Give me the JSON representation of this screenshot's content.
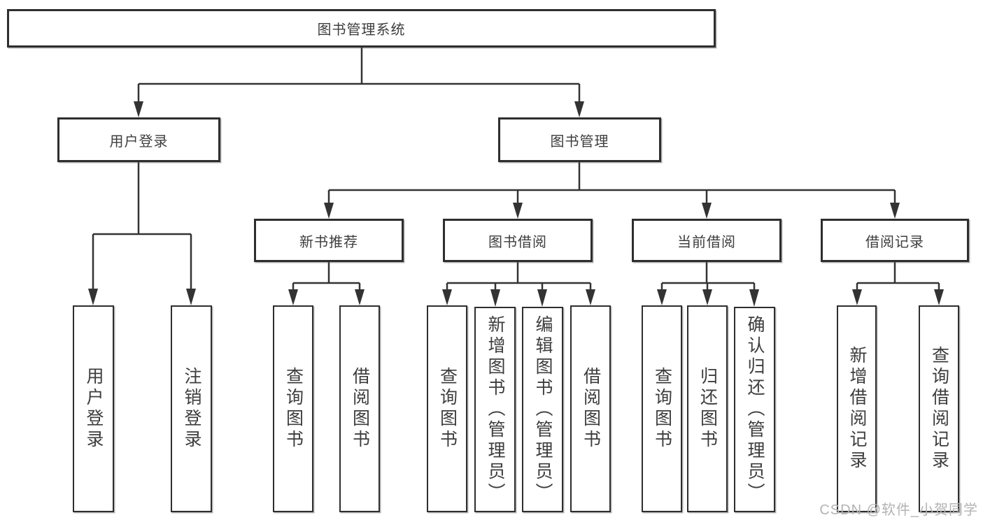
{
  "watermark": "CSDN @软件_小贺同学",
  "tree": {
    "label": "图书管理系统",
    "children": [
      {
        "label": "用户登录",
        "children": [
          {
            "label": "用户登录"
          },
          {
            "label": "注销登录"
          }
        ]
      },
      {
        "label": "图书管理",
        "children": [
          {
            "label": "新书推荐",
            "children": [
              {
                "label": "查询图书"
              },
              {
                "label": "借阅图书"
              }
            ]
          },
          {
            "label": "图书借阅",
            "children": [
              {
                "label": "查询图书"
              },
              {
                "label": "新增图书（管理员）"
              },
              {
                "label": "编辑图书（管理员）"
              },
              {
                "label": "借阅图书"
              }
            ]
          },
          {
            "label": "当前借阅",
            "children": [
              {
                "label": "查询图书"
              },
              {
                "label": "归还图书"
              },
              {
                "label": "确认归还（管理员）"
              }
            ]
          },
          {
            "label": "借阅记录",
            "children": [
              {
                "label": "新增借阅记录"
              },
              {
                "label": "查询借阅记录"
              }
            ]
          }
        ]
      }
    ]
  },
  "style": {
    "line_color": "#333333",
    "border_color": "#2e2e2e",
    "text_color": "#3d3d3d",
    "watermark_color": "#b3b3b3"
  }
}
